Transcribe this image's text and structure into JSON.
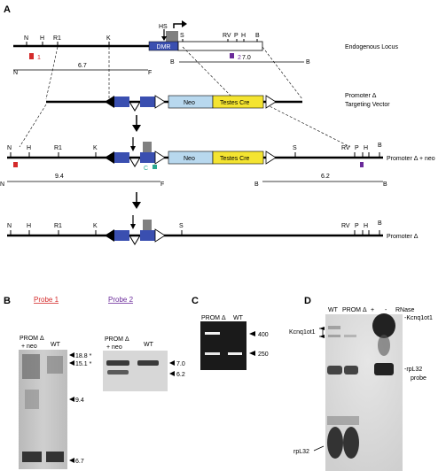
{
  "panels": {
    "a": "A",
    "b": "B",
    "c": "C",
    "d": "D"
  },
  "labels": {
    "endogenous": "Endogenous Locus",
    "vector_1": "Promoter Δ",
    "vector_2": "Targeting Vector",
    "neo_row": "Promoter Δ + neo",
    "final_row": "Promoter Δ"
  },
  "sites": {
    "N": "N",
    "H": "H",
    "R1": "R1",
    "K": "K",
    "S": "S",
    "RV": "RV",
    "P": "P",
    "B": "B",
    "F": "F",
    "HS": "HS"
  },
  "boxes": {
    "dmr": "DMR",
    "neo": "Neo",
    "cre": "Testes Cre"
  },
  "probes": {
    "p1_num": "1",
    "p2_num": "2",
    "c": "C"
  },
  "fragments": {
    "f67": "6.7",
    "f70": "7.0",
    "f94": "9.4",
    "f62": "6.2"
  },
  "panel_b": {
    "probe1_title": "Probe 1",
    "probe2_title": "Probe 2",
    "lane_prom": "PROM Δ",
    "lane_prom_neo": "+ neo",
    "lane_wt": "WT",
    "sizes_left": [
      "18.8 *",
      "15.1 *",
      "9.4",
      "6.7"
    ],
    "sizes_right": [
      "7.0",
      "6.2"
    ]
  },
  "panel_c": {
    "lane_prom": "PROM Δ",
    "lane_wt": "WT",
    "sizes": [
      "400",
      "250"
    ]
  },
  "panel_d": {
    "lanes": [
      "WT",
      "PROM Δ",
      "+",
      "-",
      "RNase"
    ],
    "left_label_1": "Kcnq1ot1",
    "left_label_2": "rpL32",
    "right_label_1": "-Kcnq1ot1",
    "right_label_2": "-rpL32",
    "right_label_3": "probe"
  },
  "colors": {
    "dmr_blue": "#3a4fb0",
    "neo_blue": "#b8d8ee",
    "cre_yellow": "#f4e431",
    "probe1_red": "#d42a2a",
    "probe2_purple": "#6a2a9a",
    "probec_teal": "#2aa890"
  }
}
